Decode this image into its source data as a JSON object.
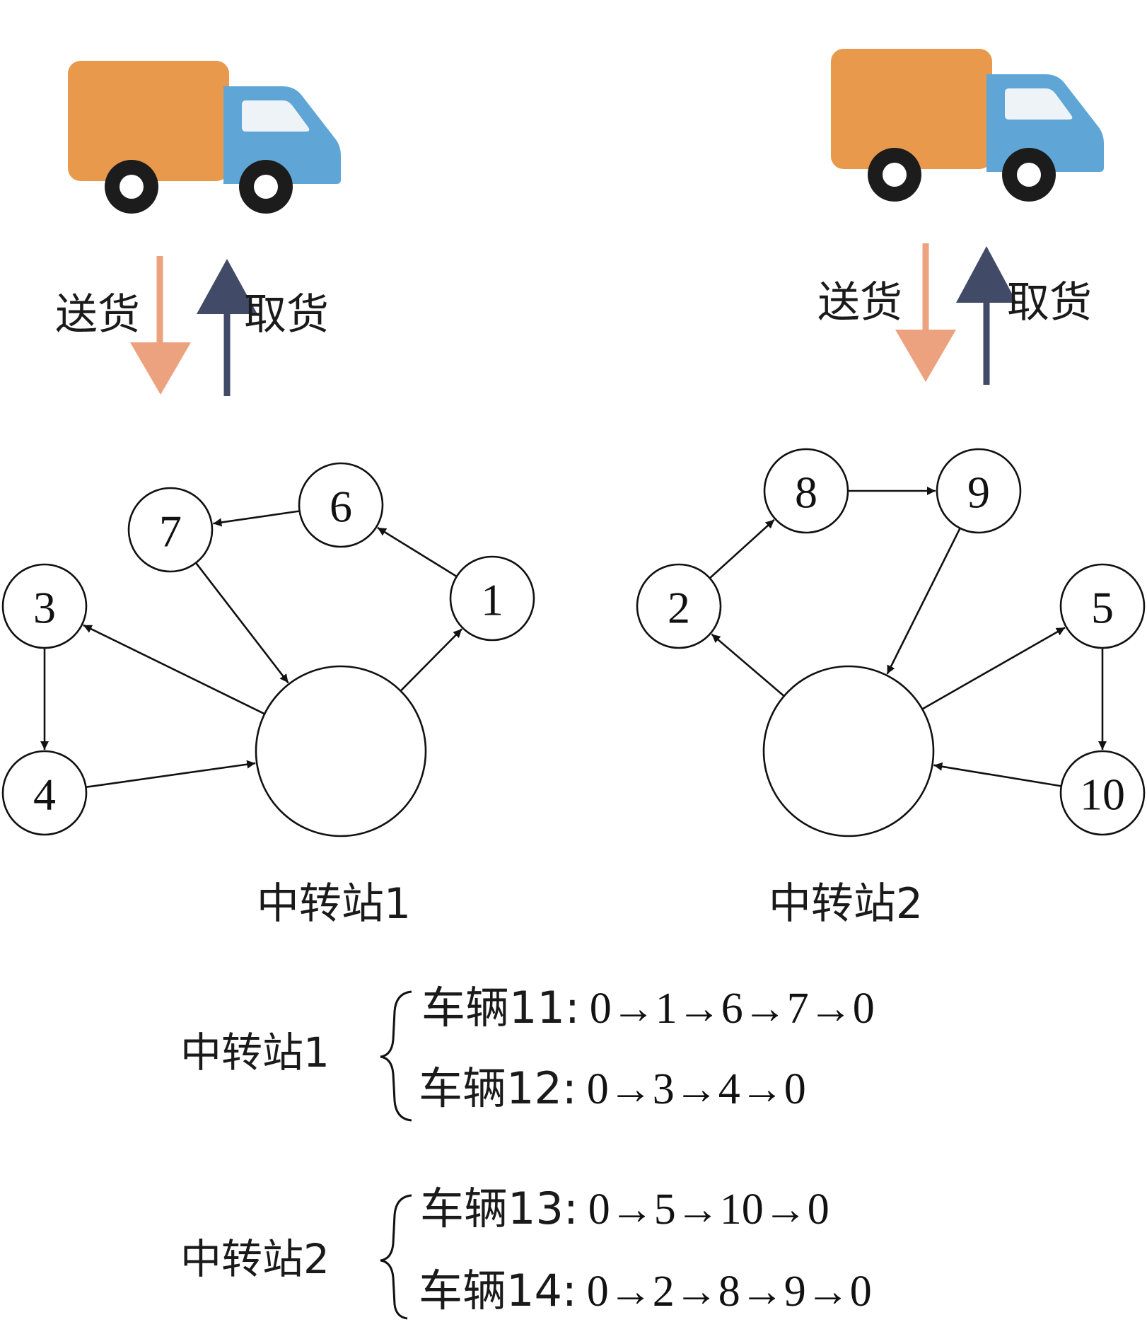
{
  "colors": {
    "truck_body": "#E8994C",
    "truck_body_shadow": "#D4823A",
    "truck_cab": "#5FA6D6",
    "truck_window": "#EEF3F7",
    "wheel": "#1c1c1c",
    "deliver_arrow": "#EDA27F",
    "pickup_arrow": "#414A66",
    "ink": "#111111"
  },
  "trucks": [
    {
      "id": "truck-1",
      "icon": "truck-icon",
      "deliver_label": "送货",
      "pickup_label": "取货"
    },
    {
      "id": "truck-2",
      "icon": "truck-icon",
      "deliver_label": "送货",
      "pickup_label": "取货"
    }
  ],
  "stations": [
    {
      "caption": "中转站1",
      "nodes": [
        "1",
        "6",
        "7",
        "3",
        "4"
      ],
      "edges": [
        [
          "0",
          "1"
        ],
        [
          "1",
          "6"
        ],
        [
          "6",
          "7"
        ],
        [
          "7",
          "0"
        ],
        [
          "0",
          "3"
        ],
        [
          "3",
          "4"
        ],
        [
          "4",
          "0"
        ]
      ]
    },
    {
      "caption": "中转站2",
      "nodes": [
        "2",
        "8",
        "9",
        "5",
        "10"
      ],
      "edges": [
        [
          "0",
          "2"
        ],
        [
          "2",
          "8"
        ],
        [
          "8",
          "9"
        ],
        [
          "9",
          "0"
        ],
        [
          "0",
          "5"
        ],
        [
          "5",
          "10"
        ],
        [
          "10",
          "0"
        ]
      ]
    }
  ],
  "legend": [
    {
      "station": "中转站1",
      "routes": [
        {
          "vehicle": "车辆11:",
          "path": "0→1→6→7→0"
        },
        {
          "vehicle": "车辆12:",
          "path": "0→3→4→0"
        }
      ]
    },
    {
      "station": "中转站2",
      "routes": [
        {
          "vehicle": "车辆13:",
          "path": "0→5→10→0"
        },
        {
          "vehicle": "车辆14:",
          "path": "0→2→8→9→0"
        }
      ]
    }
  ]
}
